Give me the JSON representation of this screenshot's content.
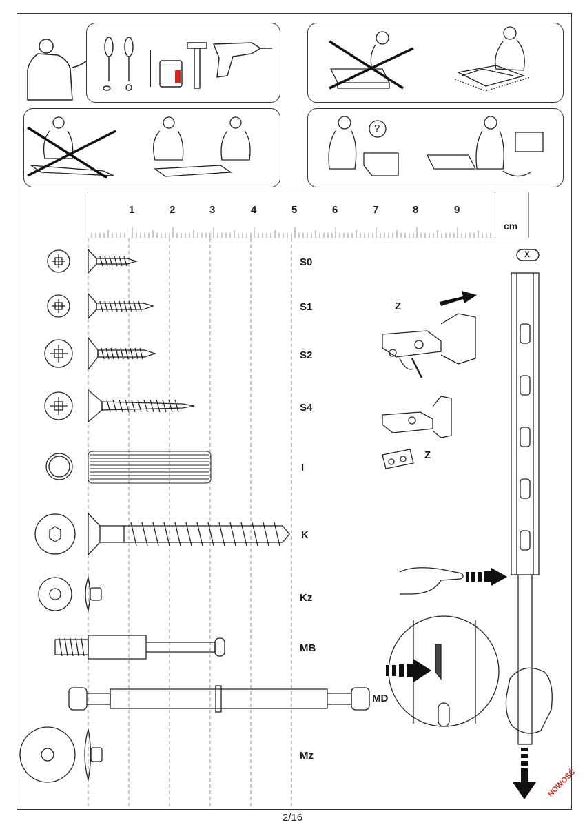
{
  "ruler": {
    "numbers": [
      "1",
      "2",
      "3",
      "4",
      "5",
      "6",
      "7",
      "8",
      "9"
    ],
    "unit": "cm"
  },
  "hardware": {
    "s0": "S0",
    "s1": "S1",
    "s2": "S2",
    "s4": "S4",
    "i": "I",
    "k": "K",
    "kz": "Kz",
    "mb": "MB",
    "md": "MD",
    "mz": "Mz"
  },
  "hinge": {
    "label_top": "Z",
    "label_bottom": "Z"
  },
  "rail": {
    "badge": "X"
  },
  "help_panel": {
    "question_mark": "?"
  },
  "page": {
    "number": "2/16",
    "new_badge": "NOWOŚĆ"
  },
  "colors": {
    "accent_red": "#d0241c",
    "line": "#333333"
  }
}
